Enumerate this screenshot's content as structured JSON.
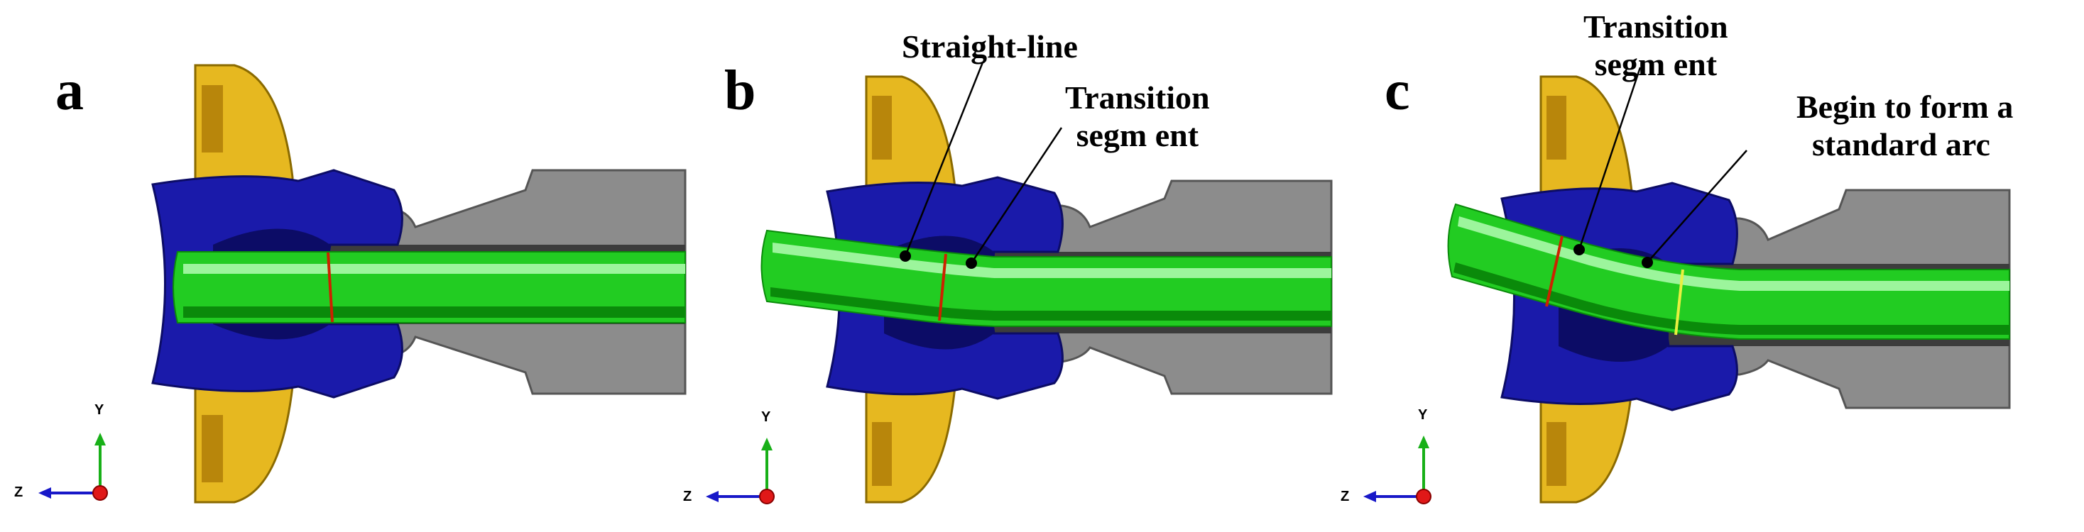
{
  "colors": {
    "flange": "#e6b820",
    "flange_dark": "#b8860b",
    "die": "#1a1aaa",
    "die_dark": "#0c0c66",
    "tooling": "#8c8c8c",
    "tooling_dark": "#4a4a4a",
    "tube": "#22cc22",
    "tube_light": "#9cf59c",
    "tube_dark": "#0a8a0a",
    "straight_line_marker": "#cc2200",
    "arc_marker": "#e8f040",
    "axis_y": "#18b018",
    "axis_z": "#1818c8",
    "axis_x": "#e01818"
  },
  "panels": [
    {
      "label": "a",
      "axes": {
        "y": "Y",
        "z": "Z"
      }
    },
    {
      "label": "b",
      "callouts": [
        {
          "lines": [
            "Straight-line"
          ]
        },
        {
          "lines": [
            "Transition",
            "segm ent"
          ]
        }
      ],
      "axes": {
        "y": "Y",
        "z": "Z"
      }
    },
    {
      "label": "c",
      "callouts": [
        {
          "lines": [
            "Transition",
            "segm ent"
          ]
        },
        {
          "lines": [
            "Begin to form a",
            "standard arc"
          ]
        }
      ],
      "axes": {
        "y": "Y",
        "z": "Z"
      }
    }
  ]
}
